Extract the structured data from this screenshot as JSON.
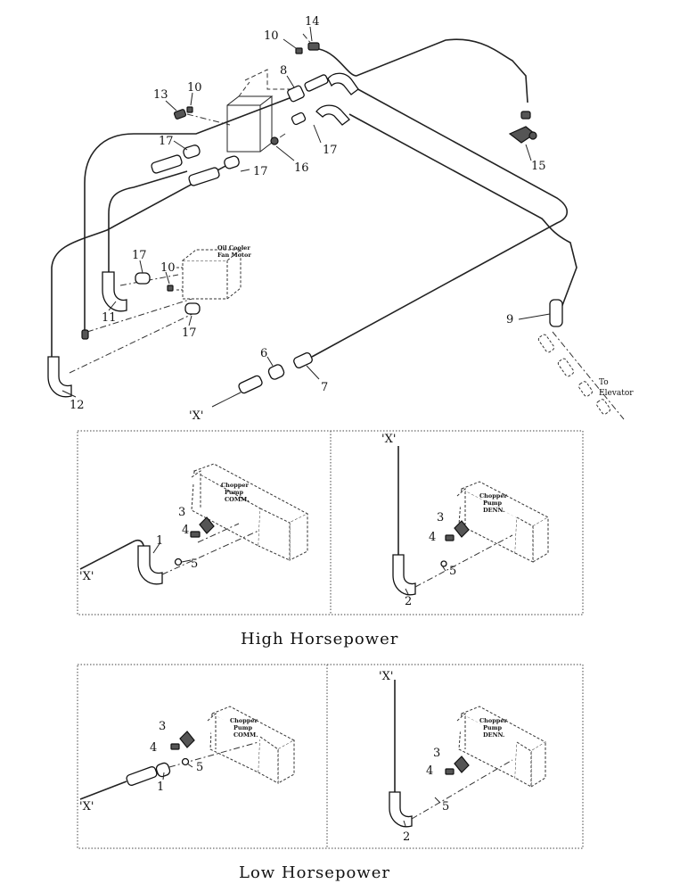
{
  "top_diagram": {
    "callouts": {
      "c14": "14",
      "c10a": "10",
      "c8": "8",
      "c13": "13",
      "c10b": "10",
      "c17a": "17",
      "c17b": "17",
      "c17c": "17",
      "c16": "16",
      "c15": "15",
      "c17d": "17",
      "c10c": "10",
      "c11": "11",
      "c17e": "17",
      "c12": "12",
      "c9": "9",
      "c6": "6",
      "c7": "7"
    },
    "motor_label_line1": "Oil Cooler",
    "motor_label_line2": "Fan Motor",
    "elevator_line1": "To",
    "elevator_line2": "Elevator",
    "x_marker": "'X'"
  },
  "high_horsepower": {
    "title": "High Horsepower",
    "left": {
      "pump_line1": "Chopper",
      "pump_line2": "Pump",
      "pump_line3": "COMM.",
      "x_marker": "'X'",
      "callouts": {
        "c1": "1",
        "c3": "3",
        "c4": "4",
        "c5": "5"
      }
    },
    "right": {
      "pump_line1": "Chopper",
      "pump_line2": "Pump",
      "pump_line3": "DENN.",
      "x_marker": "'X'",
      "callouts": {
        "c2": "2",
        "c3": "3",
        "c4": "4",
        "c5": "5"
      }
    }
  },
  "low_horsepower": {
    "title": "Low Horsepower",
    "left": {
      "pump_line1": "Chopper",
      "pump_line2": "Pump",
      "pump_line3": "COMM.",
      "x_marker": "'X'",
      "callouts": {
        "c1": "1",
        "c3": "3",
        "c4": "4",
        "c5": "5"
      }
    },
    "right": {
      "pump_line1": "Chopper",
      "pump_line2": "Pump",
      "pump_line3": "DENN.",
      "x_marker": "'X'",
      "callouts": {
        "c2": "2",
        "c3": "3",
        "c4": "4",
        "c5": "5"
      }
    }
  }
}
